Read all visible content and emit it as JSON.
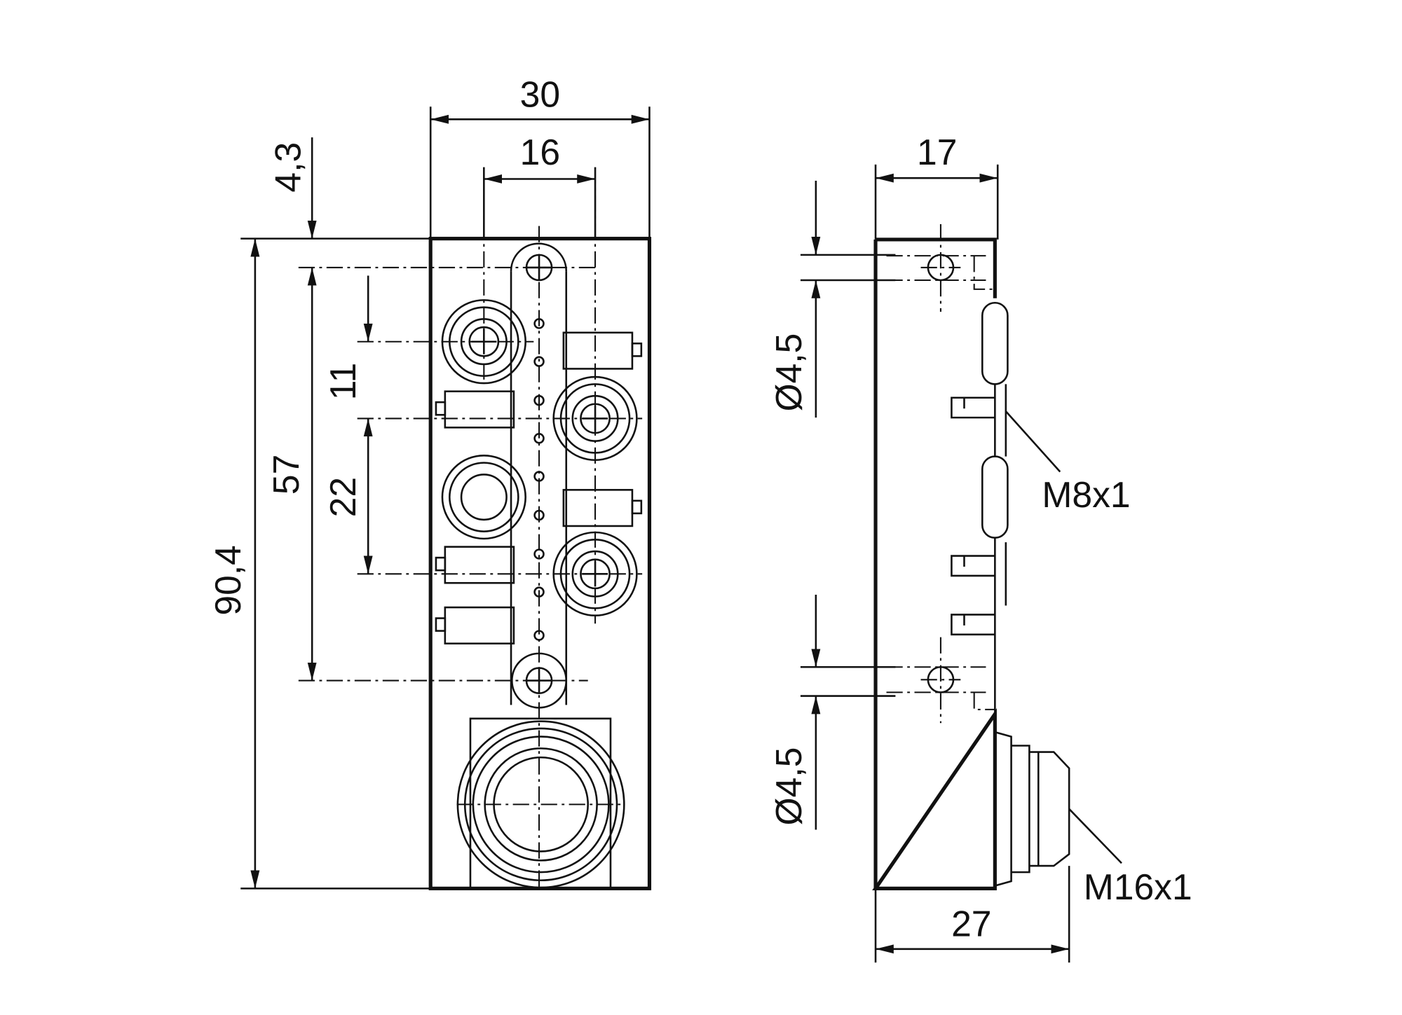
{
  "front_view": {
    "dims": {
      "width_total": "30",
      "hole_spacing_horizontal": "16",
      "top_offset": "4,3",
      "height_total": "90,4",
      "hole_spacing_vertical": "57",
      "port_pitch_small": "11",
      "port_pitch_large": "22"
    }
  },
  "side_view": {
    "dims": {
      "depth": "17",
      "depth_with_connector": "27",
      "hole_diameter_top": "Ø4,5",
      "hole_diameter_bottom": "Ø4,5"
    },
    "callouts": {
      "m8_thread": "M8x1",
      "m16_thread": "M16x1"
    }
  }
}
